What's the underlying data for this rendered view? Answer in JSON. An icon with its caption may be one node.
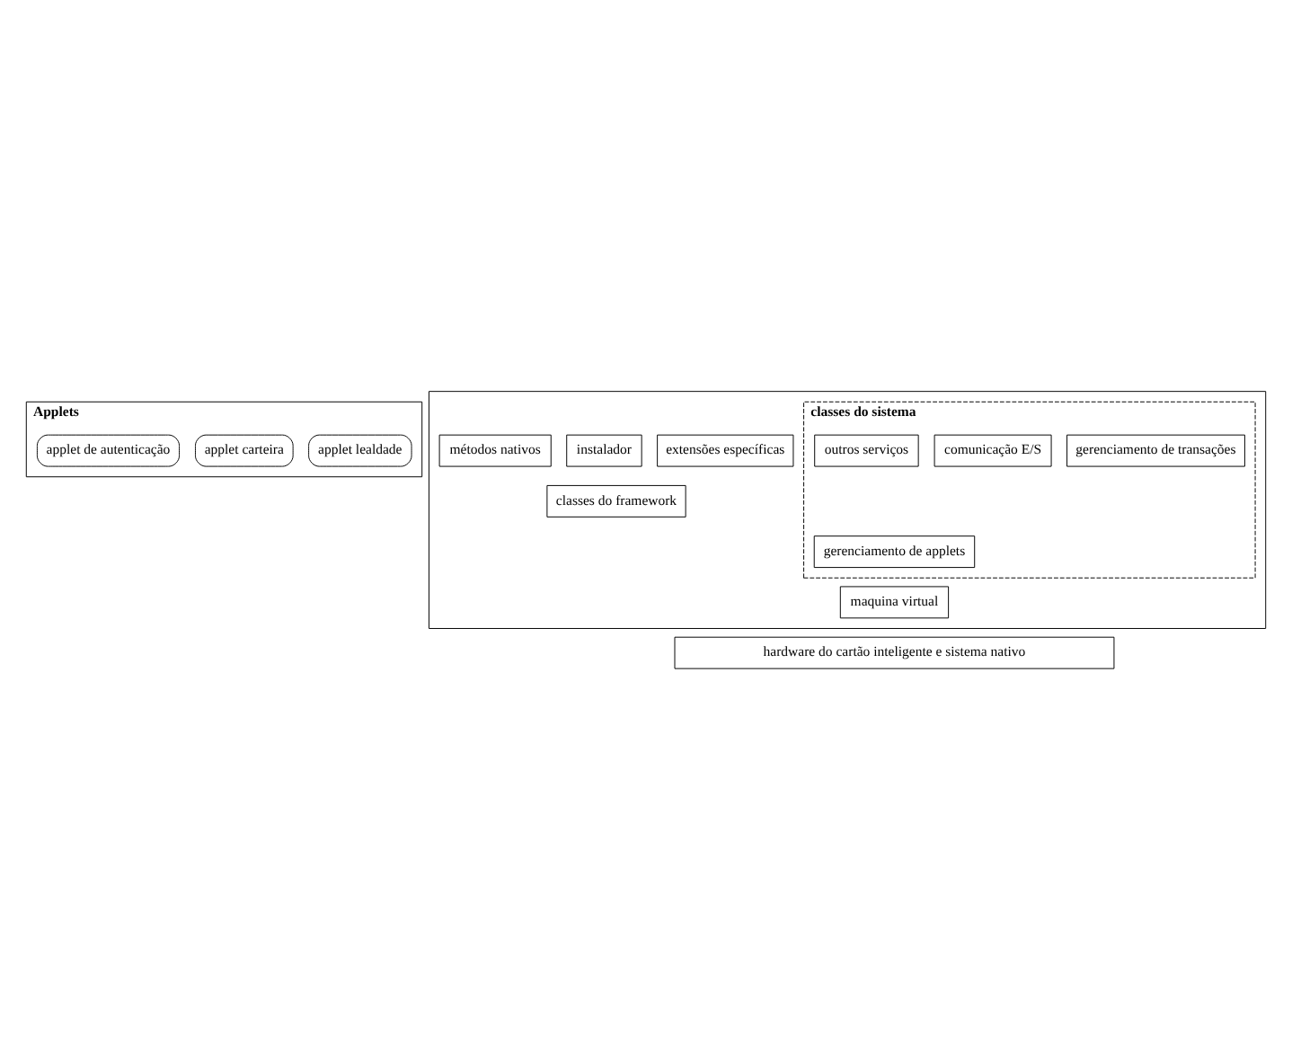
{
  "diagram": {
    "nodes": [
      {
        "text": [
          "Applets"
        ]
      },
      {
        "text": [
          "applet lealdade"
        ],
        "in": 0
      },
      {
        "text": [
          "applet carteira"
        ],
        "in": 0
      },
      {
        "text": [
          "applet de autenticação"
        ],
        "in": 0
      },
      {
        "text": [],
        "shape": "box"
      },
      {
        "text": [
          "classes do framework"
        ],
        "in": 4
      },
      {
        "text": [
          "extensões específicas"
        ],
        "in": 4
      },
      {
        "text": [
          "instalador"
        ],
        "in": 4
      },
      {
        "text": [
          "classes do sistema"
        ],
        "in": 4
      },
      {
        "text": [
          "gerenciamento de applets"
        ],
        "in": 8
      },
      {
        "text": [
          "gerenciamento de transações"
        ],
        "in": 8
      },
      {
        "text": [
          "comunicação E/S"
        ],
        "in": 8
      },
      {
        "text": [
          "outros serviços"
        ],
        "in": 8
      },
      {
        "text": [
          "maquina virtual"
        ],
        "in": 4
      },
      {
        "text": [
          "métodos nativos"
        ],
        "in": 4
      },
      {
        "text": [
          "hardware do cartão inteligente e sistema nativo"
        ]
      }
    ],
    "edges": []
  }
}
